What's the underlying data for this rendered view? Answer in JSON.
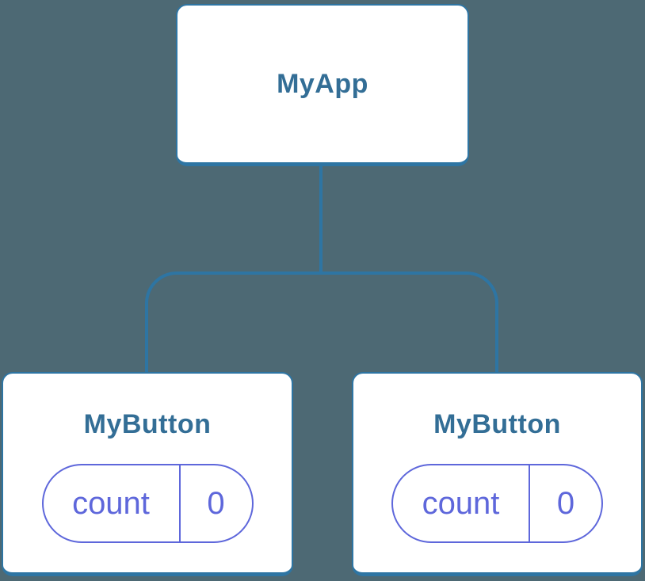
{
  "colors": {
    "bg": "#4D6974",
    "line": "#2E75A3",
    "title": "#336E96",
    "purple": "#5E67DB",
    "card-bg": "#FFFFFF"
  },
  "tree": {
    "root": {
      "label": "MyApp"
    },
    "children": [
      {
        "label": "MyButton",
        "state": {
          "key": "count",
          "value": "0"
        }
      },
      {
        "label": "MyButton",
        "state": {
          "key": "count",
          "value": "0"
        }
      }
    ]
  }
}
